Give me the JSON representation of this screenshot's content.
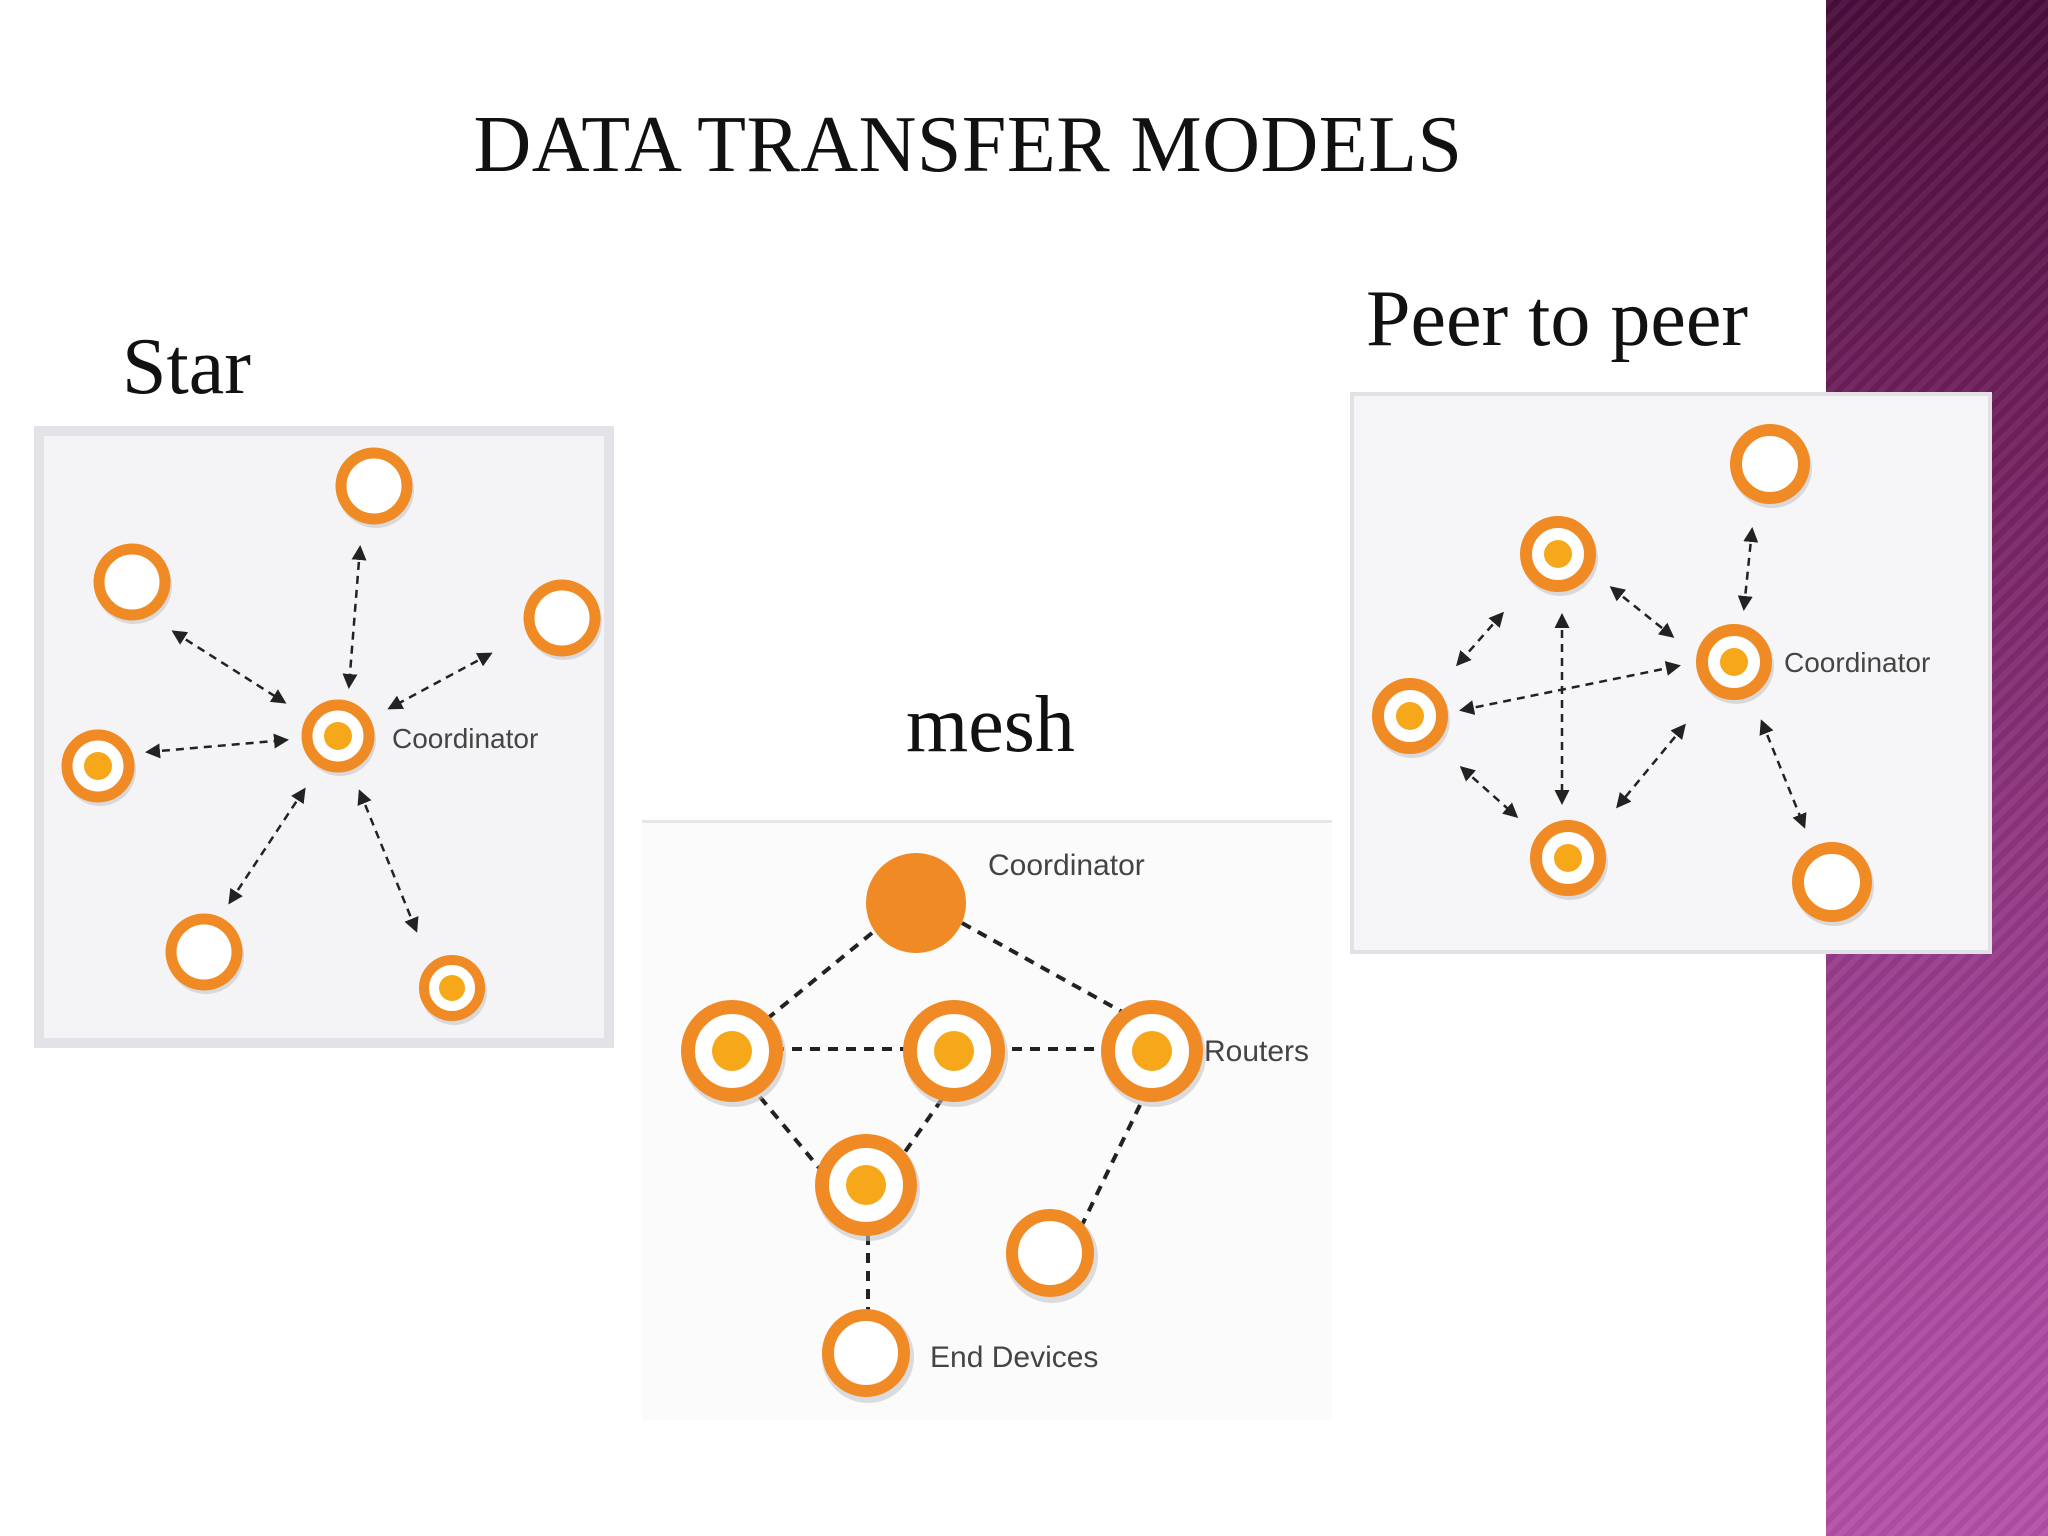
{
  "slide": {
    "title": "DATA TRANSFER MODELS"
  },
  "star": {
    "label": "Star",
    "coordinator_label": "Coordinator"
  },
  "mesh": {
    "label": "mesh",
    "coordinator_label": "Coordinator",
    "routers_label": "Routers",
    "end_devices_label": "End Devices"
  },
  "p2p": {
    "label": "Peer to peer",
    "coordinator_label": "Coordinator"
  },
  "colors": {
    "ring": "#f08a24",
    "ring_shadow": "#b9b9bd",
    "dot": "#f6a81a",
    "band_top": "#4a0d3a",
    "band_bottom": "#b44fa8"
  }
}
